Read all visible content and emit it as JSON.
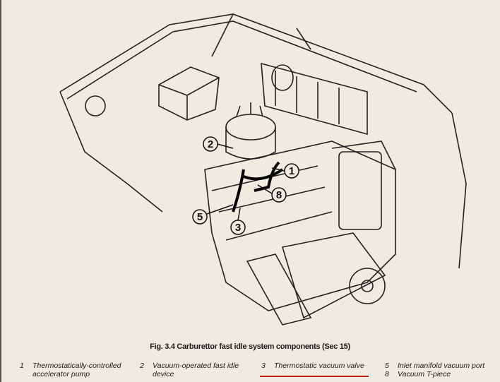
{
  "figure": {
    "caption": "Fig. 3.4 Carburettor fast idle system components (Sec 15)",
    "callouts": [
      "2",
      "1",
      "8",
      "5",
      "3"
    ],
    "legend": [
      {
        "num": "1",
        "text": "Thermostatically-controlled",
        "text2": "accelerator pump"
      },
      {
        "num": "2",
        "text": "Vacuum-operated fast idle",
        "text2": "device"
      },
      {
        "num": "3",
        "text": "Thermostatic vacuum valve",
        "text2": ""
      },
      {
        "num": "5",
        "text": "Inlet manifold vacuum port",
        "text2": ""
      },
      {
        "num": "8",
        "text": "Vacuum T-piece",
        "text2": ""
      }
    ],
    "highlight_color": "#c0201a"
  }
}
